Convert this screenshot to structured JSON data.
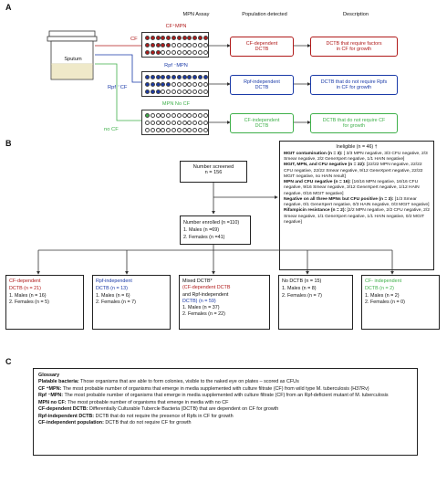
{
  "section_a": {
    "label": "A",
    "headers": {
      "mpn_assay": "MPN Assay",
      "population": "Population detected",
      "description": "Description"
    },
    "sputum": "Sputum",
    "rows": [
      {
        "branch": "CF",
        "plate_label": "CF⁺MPN",
        "population_line1": "CF-dependent",
        "population_line2": "DCTB",
        "description_line1": "DCTB that require factors",
        "description_line2": "in CF for growth",
        "color": "#b01a1a"
      },
      {
        "branch": "Rpf ⁻CF",
        "plate_label": "Rpf ⁻MPN",
        "population_line1": "Rpf-independent",
        "population_line2": "DCTB",
        "description_line1": "DCTB that do not require Rpfs",
        "description_line2": "in CF for growth",
        "color": "#1a3aa8"
      },
      {
        "branch": "no CF",
        "plate_label": "MPN No CF",
        "population_line1": "CF-independent",
        "population_line2": "DCTB",
        "description_line1": "DCTB that do not require CF",
        "description_line2": "for growth",
        "color": "#3fb04a"
      }
    ]
  },
  "section_b": {
    "label": "B",
    "screened_line1": "Number screened",
    "screened_line2": "n = 156",
    "enrolled_line1": "Number enrolled (n =110)",
    "enrolled_line2": "1. Males (n =69)",
    "enrolled_line3": "2. Females (n =41)",
    "ineligible": {
      "title": "Ineligible (n = 46) †",
      "items": [
        {
          "head": "MGIT contamination (n = 3):",
          "text": " [ 3/3 MPN negative, 3/3 CFU negative, 2/3 Smear negative, 2/2 GeneXpert negative, 1/1 HAIN negative]"
        },
        {
          "head": "MGIT, MPN, and CFU negative (n = 22):",
          "text": " [22/22 MPN negative, 22/22 CFU negative, 22/22 Smear negative, 9/12 GeneXpert negative, 22/22 MGIT negative, no HAIN result]"
        },
        {
          "head": "MPN and CFU negative (n = 16):",
          "text": " [16/16 MPN negative, 16/16 CFU negative, 9/16 Smear negative, 3/12 GeneXpert negative, 1/12 HAIN negative, 0/16 MGIT negative]"
        },
        {
          "head": "Negative on all three MPNs but CFU positive (n = 3):",
          "text": " [1/3 Smear negative, 0/1 GeneXpert negative, 0/3 HAIN negative, 0/3 MGIT negative]"
        },
        {
          "head": "Rifampicin resistance (n = 2):",
          "text": " [2/2 MPN negative, 2/2 CFU negative, 2/2 Smear negative, 1/1 GeneXpert negative, 1/1 HAIN negative, 0/2 MGIT negative]"
        }
      ]
    },
    "outcomes": [
      {
        "title_line1": "CF-dependent",
        "title_line2": "DCTB (n = 21)",
        "males": "1. Males (n = 16)",
        "females": "2. Females (n = 5)",
        "color": "#b01a1a"
      },
      {
        "title_line1": "Rpf-independent",
        "title_line2": "DCTB (n = 13)",
        "males": "1. Males (n = 6)",
        "females": "2. Females (n = 7)",
        "color": "#1a3aa8"
      },
      {
        "title_line1": "Mixed DCTB*",
        "title_line2": "(CF-dependent DCTB",
        "title_line3": "and Rpf-independent",
        "title_line4": "DCTB) (n = 59)",
        "males": "1. Males (n = 37)",
        "females": "2. Females (n = 22)",
        "color": "#b01a1a"
      },
      {
        "title_line1": "No DCTB (n = 15)",
        "title_line2": "",
        "males": "1. Males (n = 8)",
        "females": "2. Females (n = 7)",
        "color": "#111111"
      },
      {
        "title_line1": "CF- independent",
        "title_line2": "DCTB (n = 2)",
        "males": "1. Males (n = 2)",
        "females": "2. Females (n = 0)",
        "color": "#3fb04a"
      }
    ]
  },
  "section_c": {
    "label": "C",
    "title": "Glossary",
    "entries": [
      {
        "term": "Platable bacteria:",
        "definition": " Those organisms that are able to form colonies, visible to the naked eye on plates – scored as CFUs"
      },
      {
        "term": "CF ⁺MPN:",
        "definition": " The most probable number of organisms that emerge in media supplemented with culture filtrate (CF) from wild type M. tuberculosis (H37Rv)"
      },
      {
        "term": "Rpf ⁻MPN:",
        "definition": " The most probable number of organisms that emerge in media supplemented with culture filtrate (CF) from an Rpf-deficient mutant of M. tuberculosis"
      },
      {
        "term": "MPN no CF:",
        "definition": " The most probable number of organisms that emerge in media with no CF"
      },
      {
        "term": "CF-dependent DCTB:",
        "definition": " Differentially Culturable Tubercle Bacteria (DCTB) that are dependent on CF for growth"
      },
      {
        "term": "Rpf-independent DCTB:",
        "definition": " DCTB that do not require the presence of Rpfs in CF for growth"
      },
      {
        "term": "CF-independent population:",
        "definition": " DCTB that do not require CF for growth"
      }
    ]
  }
}
